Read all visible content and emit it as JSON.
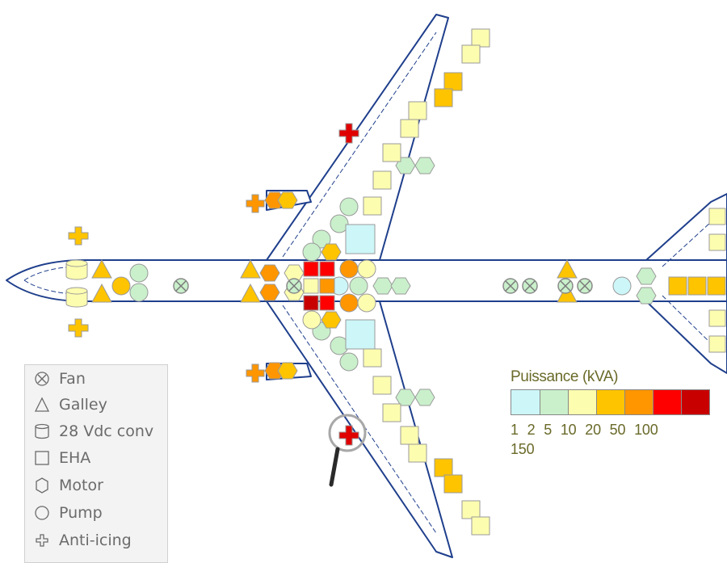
{
  "legend": {
    "items": [
      {
        "icon": "fan-icon",
        "label": "Fan"
      },
      {
        "icon": "galley-icon",
        "label": "Galley"
      },
      {
        "icon": "converter-icon",
        "label": "28 Vdc conv"
      },
      {
        "icon": "eha-icon",
        "label": "EHA"
      },
      {
        "icon": "motor-icon",
        "label": "Motor"
      },
      {
        "icon": "pump-icon",
        "label": "Pump"
      },
      {
        "icon": "anti-icing-icon",
        "label": "Anti-icing"
      }
    ]
  },
  "power_scale": {
    "title": "Puissance (kVA)",
    "colors": [
      "#cdf6f8",
      "#c9f0cb",
      "#fdfdb0",
      "#ffc400",
      "#ff9600",
      "#ff0000",
      "#c80000"
    ],
    "ticks_line1": "1  2  5  10  20  50  100",
    "ticks_line2": "150"
  },
  "colors": {
    "outline": "#1f3f8c",
    "stroke": "#9a9a9a"
  }
}
